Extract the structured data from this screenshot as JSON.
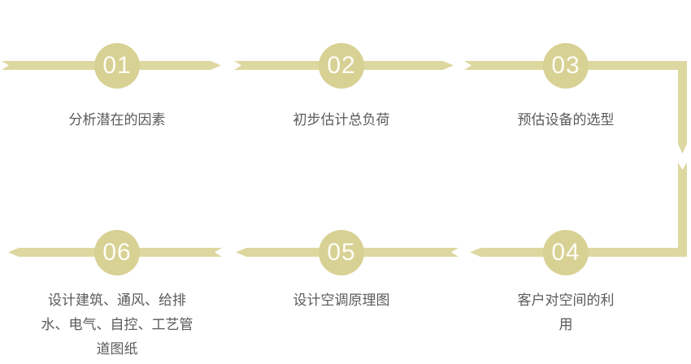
{
  "colors": {
    "shape": "#d8d194",
    "arrow": "#ddd7a0",
    "number": "#fdfdf6",
    "label": "#595a5c"
  },
  "steps": [
    {
      "number": "01",
      "label": "分析潜在的因素"
    },
    {
      "number": "02",
      "label": "初步估计总负荷"
    },
    {
      "number": "03",
      "label": "预估设备的选型"
    },
    {
      "number": "04",
      "label": "客户对空间的利用"
    },
    {
      "number": "05",
      "label": "设计空调原理图"
    },
    {
      "number": "06",
      "label": "设计建筑、通风、给排水、电气、自控、工艺管道图纸"
    }
  ]
}
